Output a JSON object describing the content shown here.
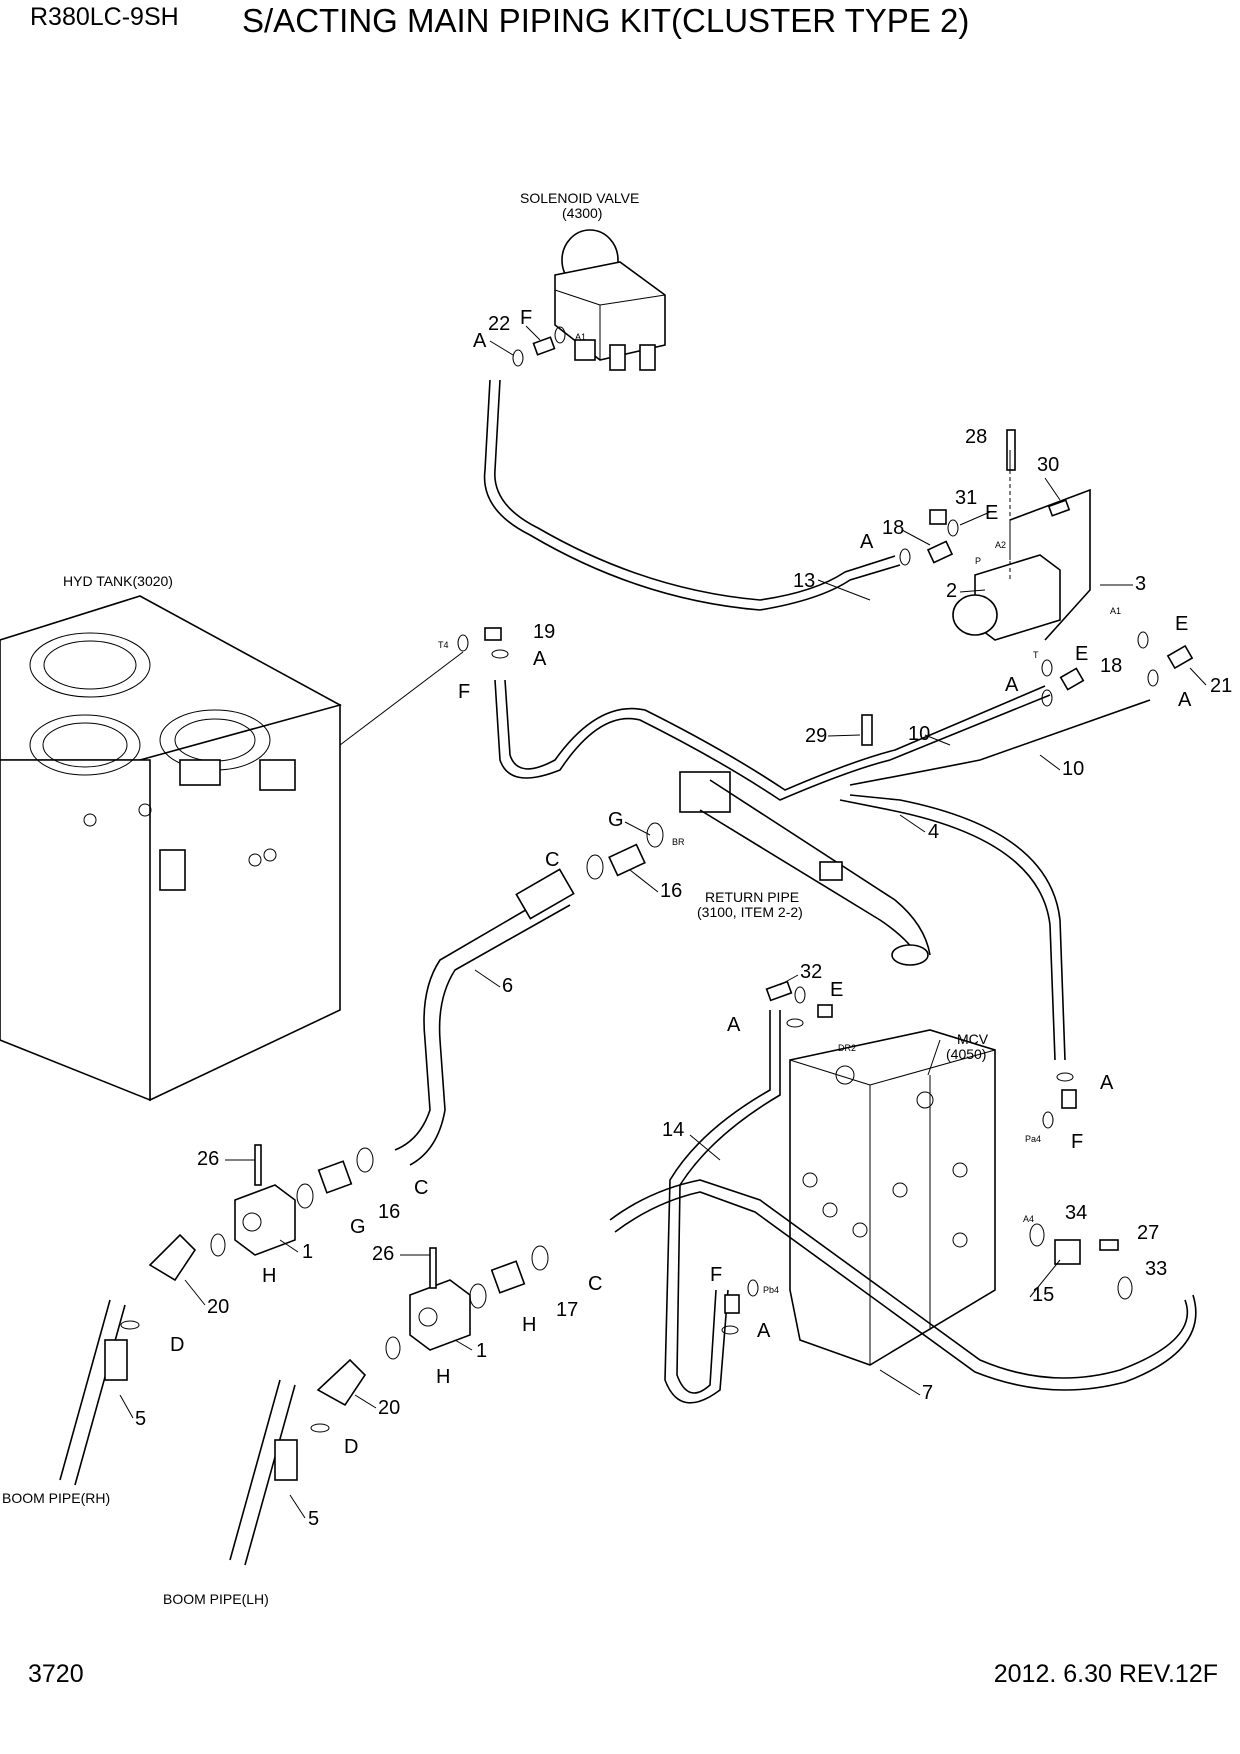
{
  "header": {
    "model": "R380LC-9SH",
    "title": "S/ACTING MAIN PIPING KIT(CLUSTER TYPE 2)"
  },
  "footer": {
    "page_number": "3720",
    "revision": "2012. 6.30  REV.12F"
  },
  "component_labels": {
    "solenoid_valve": "SOLENOID VALVE",
    "solenoid_valve_ref": "(4300)",
    "hyd_tank": "HYD TANK(3020)",
    "return_pipe": "RETURN PIPE",
    "return_pipe_ref": "(3100, ITEM 2-2)",
    "mcv": "MCV",
    "mcv_ref": "(4050)",
    "boom_pipe_rh": "BOOM PIPE(RH)",
    "boom_pipe_lh": "BOOM PIPE(LH)"
  },
  "port_labels": {
    "a1_solenoid": "A1",
    "a2": "A2",
    "p": "P",
    "a1_block": "A1",
    "t": "T",
    "t4": "T4",
    "br": "BR",
    "dr2": "DR2",
    "pa4": "Pa4",
    "a4": "A4",
    "pb4": "Pb4"
  },
  "callouts": {
    "c22": "22",
    "cF_top": "F",
    "cA_top": "A",
    "c28": "28",
    "c30": "30",
    "c31": "31",
    "cE_31": "E",
    "c18_top": "18",
    "cA_18": "A",
    "c13": "13",
    "c2": "2",
    "c3": "3",
    "cE_21": "E",
    "c21": "21",
    "cA_21": "A",
    "cE_18b": "E",
    "c18_b": "18",
    "cA_18b": "A",
    "c19": "19",
    "cA_19": "A",
    "cF_tank": "F",
    "c29": "29",
    "c10_a": "10",
    "c10_b": "10",
    "c4": "4",
    "cG_top": "G",
    "cC_top": "C",
    "c16_top": "16",
    "c6": "6",
    "c32": "32",
    "cE_32": "E",
    "cA_32": "A",
    "cA_mcv": "A",
    "cF_mcv": "F",
    "c14": "14",
    "c34": "34",
    "c27": "27",
    "c33": "33",
    "c15": "15",
    "cF_pb4": "F",
    "cA_pb4": "A",
    "c7": "7",
    "c26_a": "26",
    "c16_b": "16",
    "cC_b": "C",
    "cG_b": "G",
    "c1_a": "1",
    "cH_a": "H",
    "c20_a": "20",
    "cD_a": "D",
    "c5_a": "5",
    "c26_b": "26",
    "c17": "17",
    "cC_c": "C",
    "cH_b": "H",
    "c1_b": "1",
    "cH_c": "H",
    "c20_b": "20",
    "cD_b": "D",
    "c5_b": "5"
  }
}
